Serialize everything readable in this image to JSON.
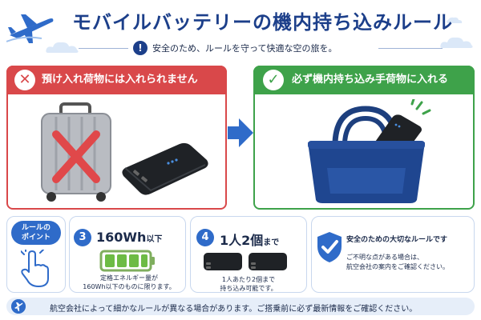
{
  "header": {
    "title": "モバイルバッテリーの機内持ち込みルール",
    "subtitle": "安全のため、ルールを守って快適な空の旅を。",
    "info_icon": "info-circle-icon",
    "decor_icons": [
      "airplane-icon",
      "cloud-icon"
    ]
  },
  "panels": {
    "ng": {
      "label": "預け入れ荷物には入れられません",
      "icon": "x-mark-icon",
      "color": "#d9484a",
      "images": [
        "suitcase-icon",
        "power-bank-icon"
      ]
    },
    "ok": {
      "label": "必ず機内持ち込み手荷物に入れる",
      "icon": "check-mark-icon",
      "color": "#3ea24a",
      "images": [
        "tote-bag-icon",
        "power-bank-icon"
      ]
    },
    "arrow_icon": "arrow-right-icon"
  },
  "points": {
    "badge": "ルールの\nポイント",
    "badge_line1": "ルールの",
    "badge_line2": "ポイント",
    "hand_icon": "pointing-hand-icon",
    "wh": {
      "number": "3",
      "value": "160Wh",
      "suffix": "以下",
      "desc_line1": "定格エネルギー量が",
      "desc_line2": "160Wh以下のものに限ります。",
      "battery_icon": "battery-full-icon",
      "battery_level": 1.0
    },
    "qty": {
      "number": "4",
      "value": "1人2個",
      "suffix": "まで",
      "desc_line1": "1人あたり2個まで",
      "desc_line2": "持ち込み可能です。"
    },
    "note": {
      "shield_icon": "shield-check-icon",
      "title": "安全のための大切なルールです",
      "body_line1": "ご不明な点がある場合は、",
      "body_line2": "航空会社の案内をご確認ください。"
    }
  },
  "footer": {
    "icon": "airplane-icon",
    "text": "航空会社によって細かなルールが異なる場合があります。ご搭乗前に必ず最新情報をご確認ください。"
  }
}
